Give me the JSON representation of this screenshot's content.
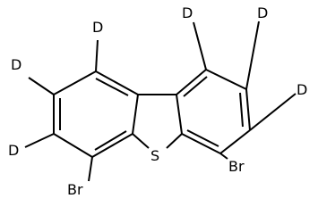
{
  "molecule": {
    "atoms": {
      "deuterium_label": "D",
      "sulfur_label": "S",
      "bromine_label": "Br"
    }
  },
  "colors": {
    "bond": "#000000",
    "text": "#000000",
    "background": "#ffffff"
  }
}
